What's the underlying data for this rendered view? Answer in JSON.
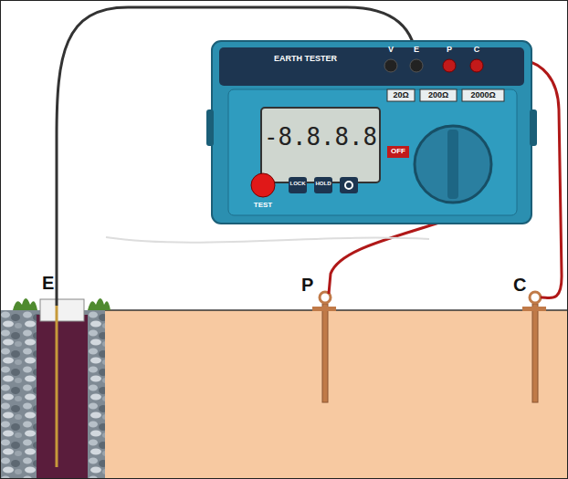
{
  "diagram": {
    "labels": [
      "EARTH TESTER",
      "V",
      "E",
      "P",
      "C",
      "-8.8.8.8",
      "20Ω",
      "200Ω",
      "2000Ω",
      "OFF",
      "TEST",
      "LOCK",
      "HOLD",
      "E",
      "P",
      "C"
    ]
  }
}
